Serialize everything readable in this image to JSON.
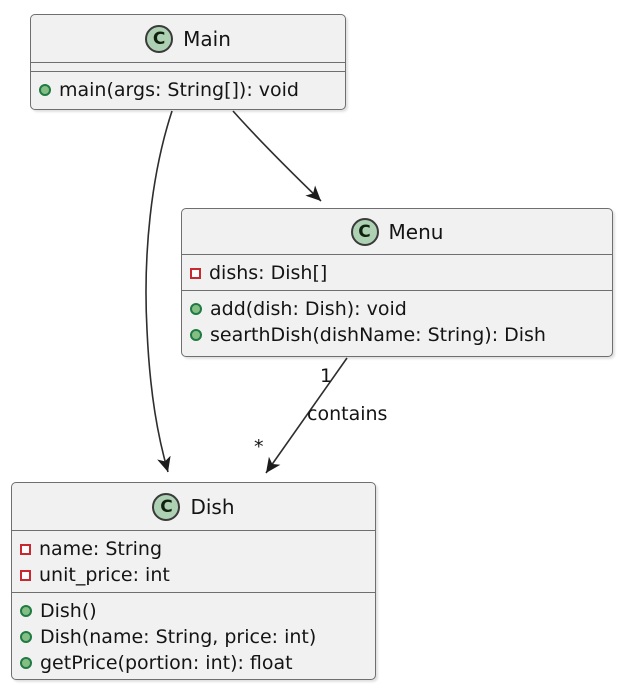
{
  "diagram_type": "uml-class-diagram",
  "classes": [
    {
      "name": "Main",
      "stereotype": "C",
      "fields": [],
      "methods": [
        "main(args: String[]): void"
      ]
    },
    {
      "name": "Menu",
      "stereotype": "C",
      "fields": [
        "dishs: Dish[]"
      ],
      "methods": [
        "add(dish: Dish): void",
        "searthDish(dishName: String): Dish"
      ]
    },
    {
      "name": "Dish",
      "stereotype": "C",
      "fields": [
        "name: String",
        "unit_price: int"
      ],
      "methods": [
        "Dish()",
        "Dish(name: String, price: int)",
        "getPrice(portion: int): float"
      ]
    }
  ],
  "relationships": [
    {
      "from": "Main",
      "to": "Menu",
      "label": "",
      "from_multiplicity": "",
      "to_multiplicity": ""
    },
    {
      "from": "Main",
      "to": "Dish",
      "label": "",
      "from_multiplicity": "",
      "to_multiplicity": ""
    },
    {
      "from": "Menu",
      "to": "Dish",
      "label": "contains",
      "from_multiplicity": "1",
      "to_multiplicity": "*"
    }
  ],
  "colors": {
    "class_fill": "#f1f1f1",
    "class_border": "#6f6f6f",
    "circle_fill": "#add1b2",
    "circle_border": "#3a3a3a",
    "method_icon_fill": "#84be84",
    "method_icon_border": "#1f7a43",
    "field_icon_border": "#c82930",
    "edge_color": "#2e2e2e",
    "text_color": "#141414"
  }
}
